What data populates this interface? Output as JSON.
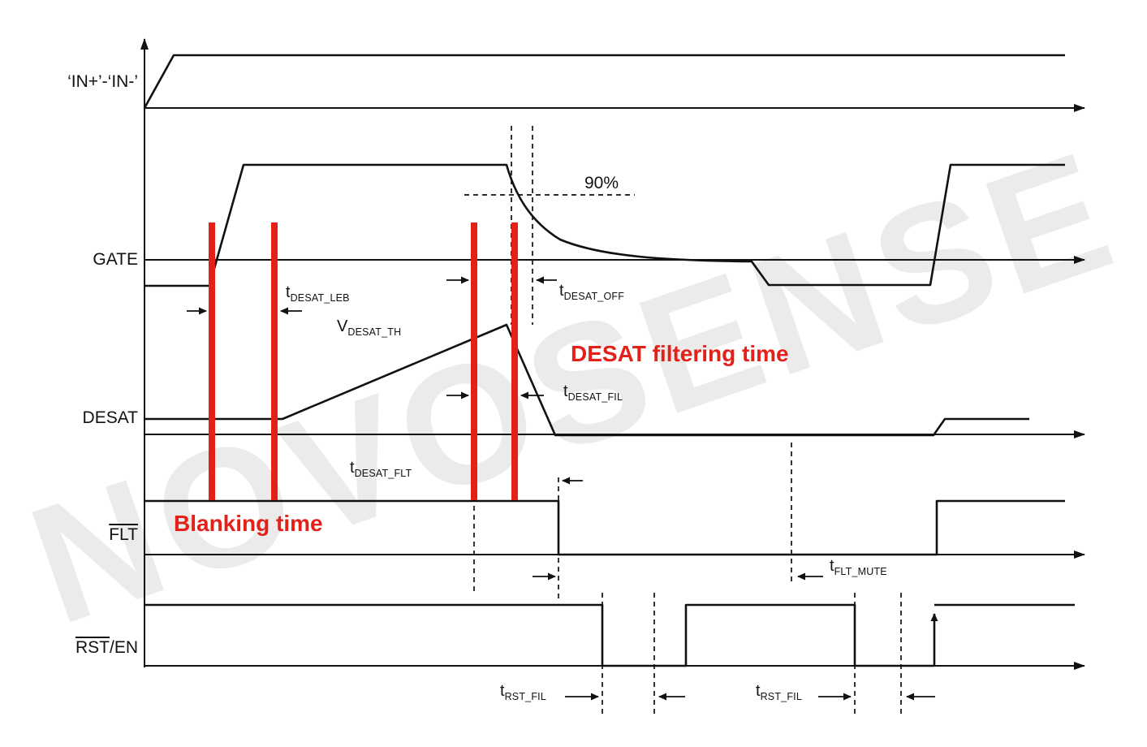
{
  "watermark": "NOVOSENSE",
  "colors": {
    "signal": "#111111",
    "highlight_red": "#e32119",
    "watermark_gray": "#ebebeb"
  },
  "signal_labels": {
    "in": "‘IN+’-‘IN-’",
    "gate": "GATE",
    "desat": "DESAT",
    "flt": "FLT",
    "rst_overlined": "RST",
    "rst_suffix": "/EN"
  },
  "annotations": {
    "ninety_percent": "90%",
    "blanking_time": "Blanking time",
    "desat_filtering_time": "DESAT filtering time",
    "t_desat_leb": {
      "main": "t",
      "sub": "DESAT_LEB"
    },
    "t_desat_off": {
      "main": "t",
      "sub": "DESAT_OFF"
    },
    "v_desat_th": {
      "main": "V",
      "sub": "DESAT_TH"
    },
    "t_desat_fil": {
      "main": "t",
      "sub": "DESAT_FIL"
    },
    "t_desat_flt": {
      "main": "t",
      "sub": "DESAT_FLT"
    },
    "t_flt_mute": {
      "main": "t",
      "sub": "FLT_MUTE"
    },
    "t_rst_fil_left": {
      "main": "t",
      "sub": "RST_FIL"
    },
    "t_rst_fil_right": {
      "main": "t",
      "sub": "RST_FIL"
    }
  }
}
